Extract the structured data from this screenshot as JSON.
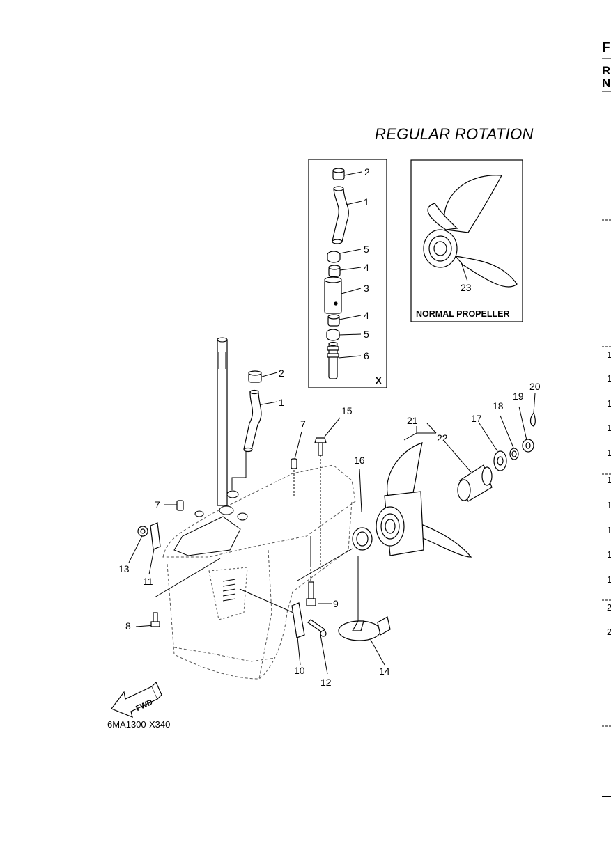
{
  "page": {
    "title": "REGULAR ROTATION",
    "diagram_code": "6MA1300-X340",
    "edge_letters": [
      "F",
      "R",
      "N"
    ],
    "edge_digits": [
      "1",
      "1",
      "1",
      "1",
      "1",
      "1",
      "1",
      "1",
      "1",
      "1",
      "2",
      "2"
    ]
  },
  "inset_x": {
    "label": "X",
    "callouts": [
      "2",
      "1",
      "5",
      "4",
      "3",
      "4",
      "5",
      "6"
    ]
  },
  "inset_propeller": {
    "caption": "NORMAL PROPELLER",
    "callout": "23"
  },
  "main": {
    "callouts": [
      "2",
      "1",
      "7",
      "15",
      "16",
      "21",
      "22",
      "17",
      "18",
      "19",
      "20",
      "7",
      "13",
      "11",
      "8",
      "9",
      "10",
      "12",
      "14"
    ],
    "fwd_label": "FWD"
  }
}
